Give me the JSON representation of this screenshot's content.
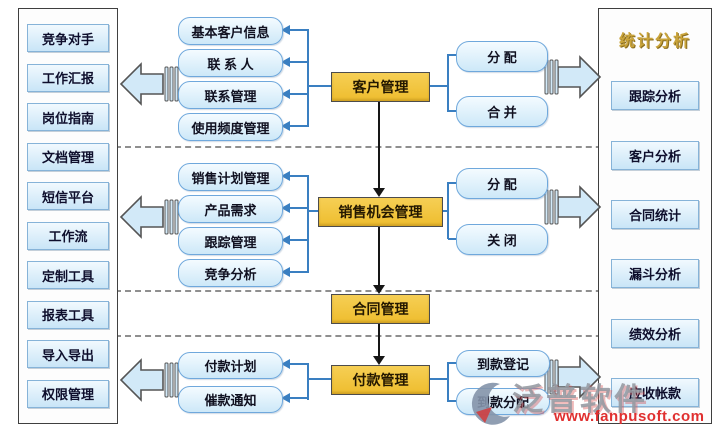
{
  "colors": {
    "stage_orange": "#F2C438",
    "box_blue_fill": "#D8ECFA",
    "box_blue_border": "#6FA8DC",
    "connector_blue": "#3A7FC1",
    "big_arrow_fill": "#D2E9F8",
    "dash_gray": "#8F8F8F",
    "stats_title_gold": "#C9A43B",
    "watermark_red": "#E03030"
  },
  "left_panel": {
    "items": [
      "竞争对手",
      "工作汇报",
      "岗位指南",
      "文档管理",
      "短信平台",
      "工作流",
      "定制工具",
      "报表工具",
      "导入导出",
      "权限管理"
    ]
  },
  "flow": {
    "stages": [
      {
        "main": "客户管理",
        "left_subs": [
          "基本客户信息",
          "联 系 人",
          "联系管理",
          "使用频度管理"
        ],
        "right_subs": [
          "分  配",
          "合  并"
        ]
      },
      {
        "main": "销售机会管理",
        "left_subs": [
          "销售计划管理",
          "产品需求",
          "跟踪管理",
          "竞争分析"
        ],
        "right_subs": [
          "分  配",
          "关  闭"
        ]
      },
      {
        "main": "合同管理"
      },
      {
        "main": "付款管理",
        "left_subs": [
          "付款计划",
          "催款通知"
        ],
        "right_subs": [
          "到款登记",
          "到款分配"
        ]
      }
    ]
  },
  "right_panel": {
    "title": "统计分析",
    "items": [
      "跟踪分析",
      "客户分析",
      "合同统计",
      "漏斗分析",
      "绩效分析",
      "应收帐款"
    ]
  },
  "watermark": {
    "brand": "泛普软件",
    "url": "www.fanpusoft.com"
  }
}
